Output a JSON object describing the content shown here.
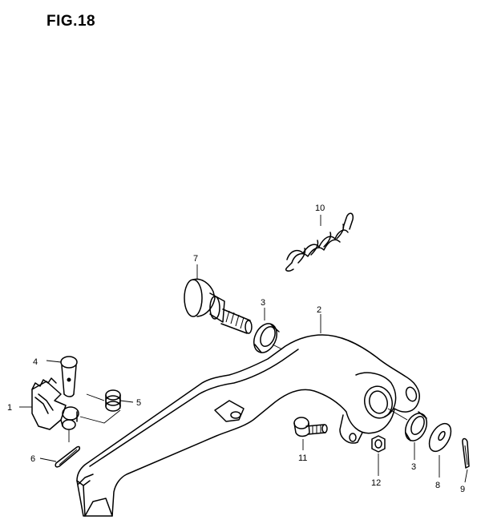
{
  "figure": {
    "title": "FIG.18"
  },
  "callouts": [
    {
      "id": "c1",
      "text": "1"
    },
    {
      "id": "c2",
      "text": "2"
    },
    {
      "id": "c3a",
      "text": "3"
    },
    {
      "id": "c3b",
      "text": "3"
    },
    {
      "id": "c4",
      "text": "4"
    },
    {
      "id": "c5",
      "text": "5"
    },
    {
      "id": "c6",
      "text": "6"
    },
    {
      "id": "c7",
      "text": "7"
    },
    {
      "id": "c8",
      "text": "8"
    },
    {
      "id": "c9",
      "text": "9"
    },
    {
      "id": "c10",
      "text": "10"
    },
    {
      "id": "c11",
      "text": "11"
    },
    {
      "id": "c12",
      "text": "12"
    }
  ]
}
